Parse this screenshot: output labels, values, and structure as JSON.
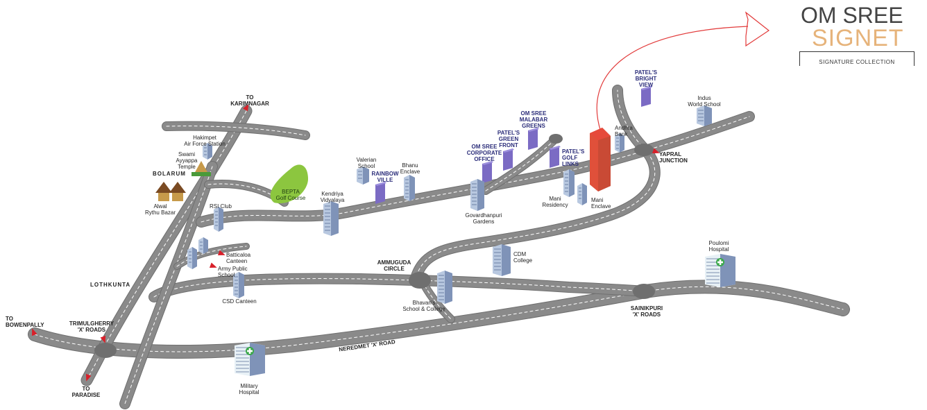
{
  "brand": {
    "line1": "OM SREE",
    "line2": "SIGNET",
    "tagline": "SIGNATURE COLLECTION",
    "line1_color": "#444444",
    "line2_color": "#e6b37a"
  },
  "colors": {
    "road": "#8a8a8a",
    "road_edge": "#6f6f6f",
    "lane_dash": "#ffffff",
    "project_tower": "#7b6bc4",
    "site_tower": "#e0503a",
    "arrow": "#e23a3a",
    "golf_green": "#8cc63f",
    "marker_red": "#d8202a"
  },
  "destinations": {
    "karimnagar": "TO\nKARIMNAGAR",
    "bowenpally": "TO\nBOWENPALLY",
    "paradise": "TO\nPARADISE"
  },
  "junctions": {
    "trimulgherry": "TRIMULGHERRY\n'X' ROADS",
    "ammuguda": "AMMUGUDA\nCIRCLE",
    "sainikpuri": "SAINIKPURI\n'X' ROADS",
    "yapral": "YAPRAL\nJUNCTION"
  },
  "roads": {
    "neredmet": "NEREDMET 'X' ROAD"
  },
  "areas": {
    "bolarum": "BOLARUM",
    "lothkunta": "LOTHKUNTA"
  },
  "landmarks": {
    "hakimpet": "Hakimpet\nAir Force Station",
    "swami": "Swami\nAyyappa\nTemple",
    "alwal": "Alwal\nRythu Bazar",
    "bepta": "BEPTA\nGolf Course",
    "rsi": "RSI Club",
    "batticaloa": "Batticaloa\nCanteen",
    "army_school": "Army Public\nSchool",
    "csd": "CSD Canteen",
    "kendriya": "Kendriya\nVidyalaya",
    "valerian": "Valerian\nSchool",
    "bhanu": "Bhanu\nEnclave",
    "govardhanpuri": "Govardhanpuri\nGardens",
    "mani_residency": "Mani\nResidency",
    "mani_enclave": "Mani\nEnclave",
    "andhra_bank": "Andhra\nBank",
    "indus": "Indus\nWorld School",
    "cdm": "CDM\nCollege",
    "bhavans": "Bhavan's\nSchool & College",
    "poulomi": "Poulomi\nHospital",
    "military": "Military\nHospital"
  },
  "projects": {
    "rainbow_ville": "RAINBOW\nVILLE",
    "corporate": "OM SREE\nCORPORATE\nOFFICE",
    "green_front": "PATEL'S\nGREEN\nFRONT",
    "malabar": "OM SREE\nMALABAR\nGREENS",
    "golf_links": "PATEL'S\nGOLF\nLINKS",
    "bright_view": "PATEL'S\nBRIGHT\nVIEW"
  }
}
